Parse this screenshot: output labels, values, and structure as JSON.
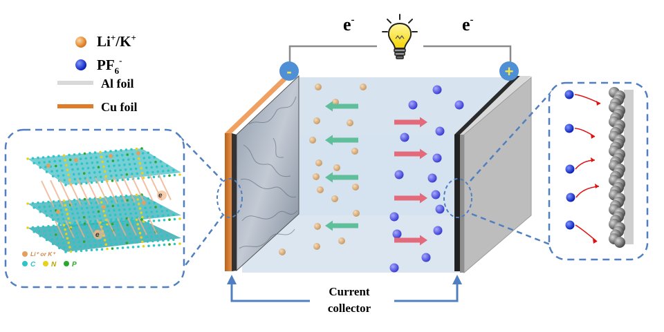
{
  "legend": {
    "items": [
      {
        "kind": "ball",
        "color": "#e8891c",
        "label": "Li",
        "sup1": "+",
        "mid": "/K",
        "sup2": "+"
      },
      {
        "kind": "ball",
        "color": "#1f3bd6",
        "label": "PF",
        "sub": "6",
        "sup": "-"
      },
      {
        "kind": "bar",
        "color": "#d9d9d9",
        "label": "Al foil"
      },
      {
        "kind": "bar",
        "color": "#e07b28",
        "label": "Cu foil"
      }
    ]
  },
  "circuit": {
    "left_electron": {
      "base": "e",
      "sup": "-"
    },
    "right_electron": {
      "base": "e",
      "sup": "-"
    },
    "anode_terminal": "-",
    "cathode_terminal": "+"
  },
  "collector": {
    "line1": "Current",
    "line2": "collector"
  },
  "inset_left": {
    "electron_label": "e",
    "key_row1": "Li⁺ or K⁺",
    "key_row2": [
      {
        "letter": "C",
        "color": "#2ec4c4"
      },
      {
        "letter": "N",
        "color": "#e6d21a"
      },
      {
        "letter": "P",
        "color": "#2aa82a"
      }
    ]
  },
  "colors": {
    "dash": "#4f7fc0",
    "cation": "#e0b07a",
    "anion": "#4a4fd6",
    "green_arrow": "#5fbf9a",
    "red_arrow": "#e36a7a",
    "electrolyte": "#dbe6f1"
  }
}
